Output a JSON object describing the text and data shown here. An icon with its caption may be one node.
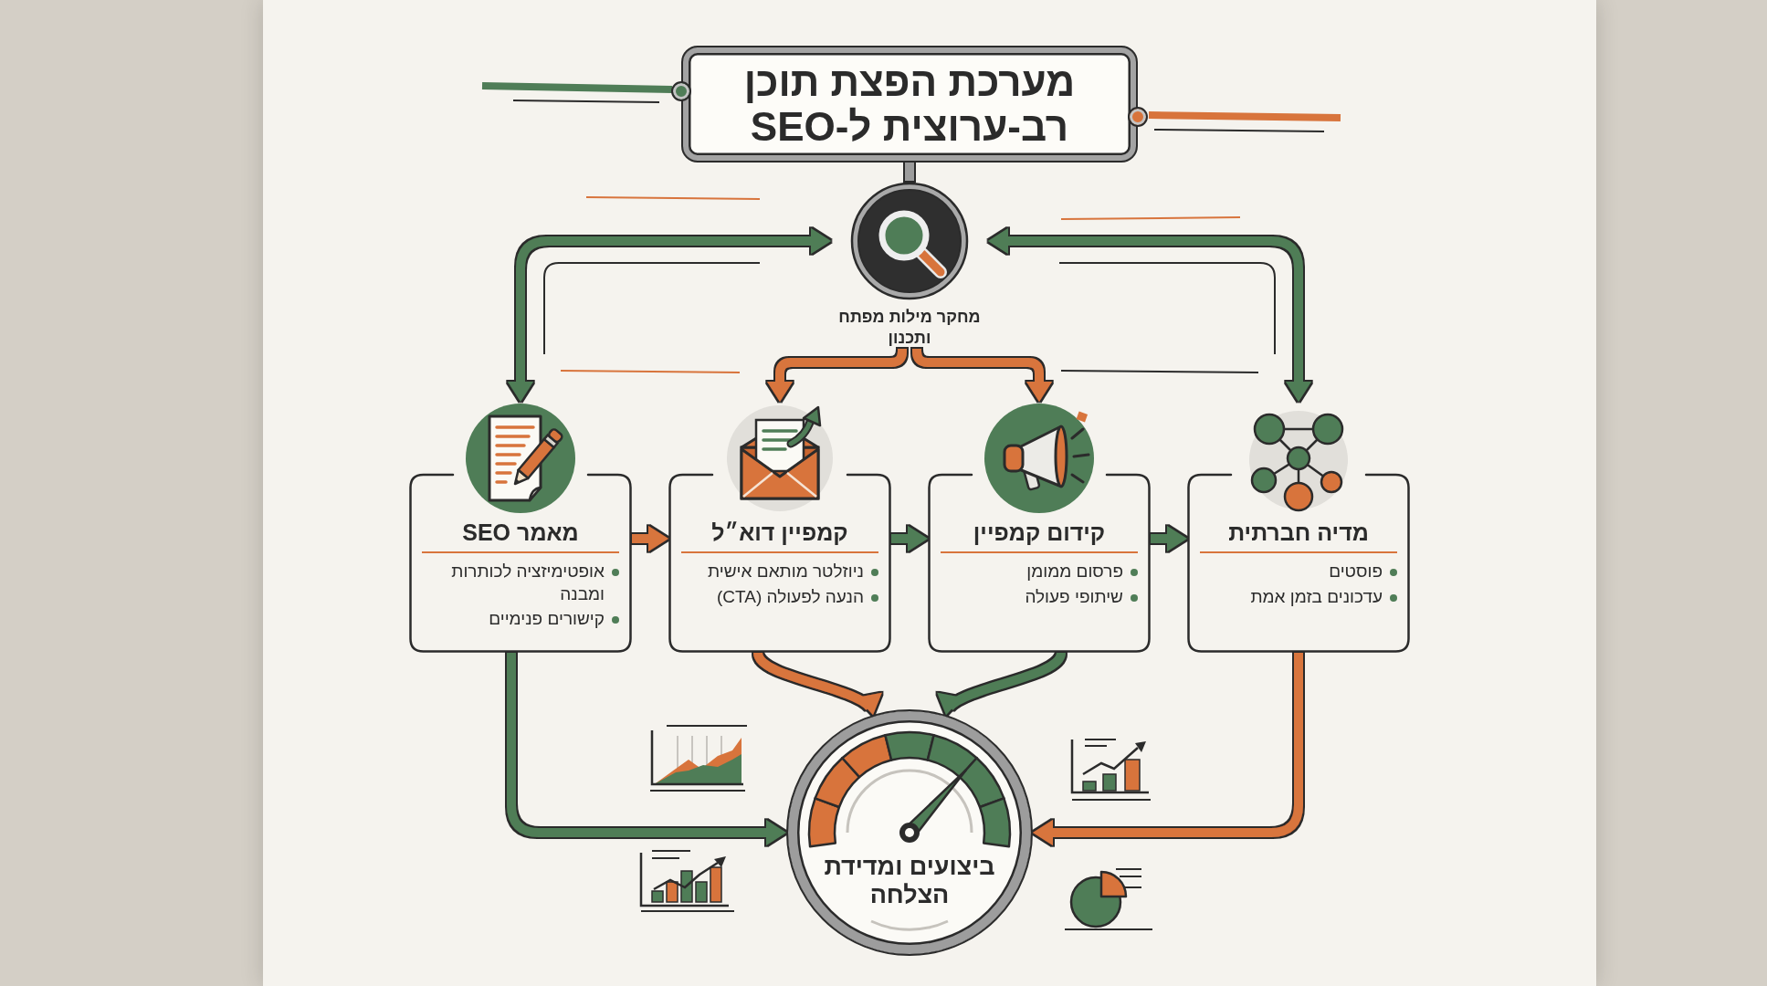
{
  "diagram": {
    "nodes": [
      {
        "text": [
          "מערכת הפצת תוכן רב-ערוצית ל-SEO"
        ]
      },
      {
        "text": [
          "מחקר מילות מפתח ותכנון"
        ]
      },
      {
        "text": [
          "מאמר SEO",
          "אופטימיזציה לכותרות ומבנה",
          "קישורים פנימיים"
        ]
      },
      {
        "text": [
          "קמפיין דוא״ל",
          "ניוזלטר מותאם אישית",
          "הנעה לפעולה (CTA)"
        ]
      },
      {
        "text": [
          "קידום קמפיין",
          "פרסום ממומן",
          "שיתופי פעולה"
        ]
      },
      {
        "text": [
          "מדיה חברתית",
          "פוסטים",
          "עדכונים בזמן אמת"
        ]
      },
      {
        "text": [
          "ביצועים ומדידת הצלחה"
        ]
      }
    ],
    "edges": [
      {
        "from": 0,
        "to": 1,
        "arrow": "none",
        "color": "#9c9c9c"
      },
      {
        "from": 1,
        "to": 2,
        "arrow": "both"
      },
      {
        "from": 1,
        "to": 3,
        "arrow": "to",
        "color": "#d8743c"
      },
      {
        "from": 1,
        "to": 4,
        "arrow": "to",
        "color": "#d8743c"
      },
      {
        "from": 1,
        "to": 5,
        "arrow": "both"
      },
      {
        "from": 2,
        "to": 3,
        "arrow": "to",
        "color": "#d8743c"
      },
      {
        "from": 3,
        "to": 4,
        "arrow": "to"
      },
      {
        "from": 4,
        "to": 5,
        "arrow": "to"
      },
      {
        "from": 2,
        "to": 6,
        "arrow": "to"
      },
      {
        "from": 3,
        "to": 6,
        "arrow": "to",
        "color": "#d8743c"
      },
      {
        "from": 4,
        "to": 6,
        "arrow": "to"
      },
      {
        "from": 5,
        "to": 6,
        "arrow": "to",
        "color": "#d8743c"
      }
    ]
  }
}
